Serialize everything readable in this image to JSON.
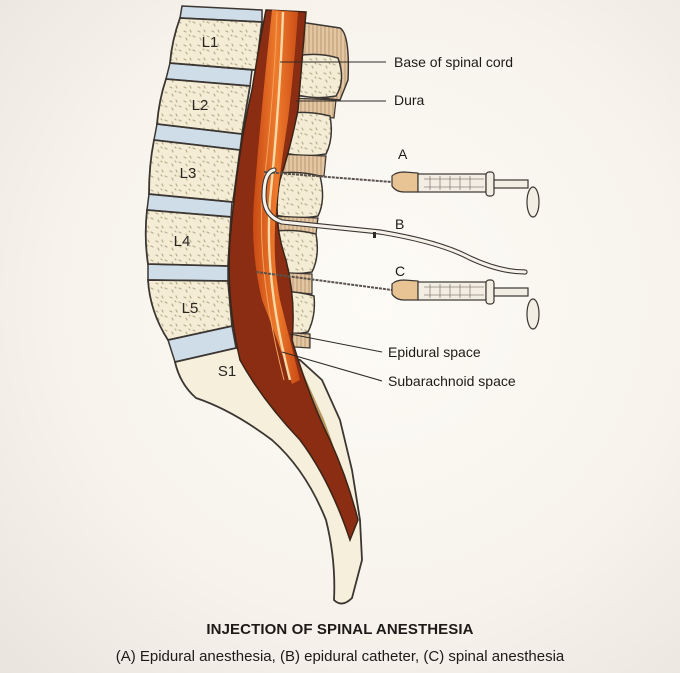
{
  "vertebrae": [
    {
      "id": "L1",
      "label": "L1"
    },
    {
      "id": "L2",
      "label": "L2"
    },
    {
      "id": "L3",
      "label": "L3"
    },
    {
      "id": "L4",
      "label": "L4"
    },
    {
      "id": "L5",
      "label": "L5"
    },
    {
      "id": "S1",
      "label": "S1"
    }
  ],
  "labels": {
    "base_of_spinal_cord": "Base of spinal cord",
    "dura": "Dura",
    "needle_a": "A",
    "catheter_b": "B",
    "needle_c": "C",
    "epidural_space": "Epidural space",
    "subarachnoid_space": "Subarachnoid space"
  },
  "caption": {
    "title": "INJECTION OF SPINAL ANESTHESIA",
    "subtitle": "(A) Epidural anesthesia, (B) epidural catheter, (C) spinal anesthesia"
  },
  "colors": {
    "bone": "#f4ecd4",
    "disc": "#cfdde8",
    "cord": "#e0651e",
    "dura": "#8a2d12",
    "ligament": "#d9b994"
  }
}
